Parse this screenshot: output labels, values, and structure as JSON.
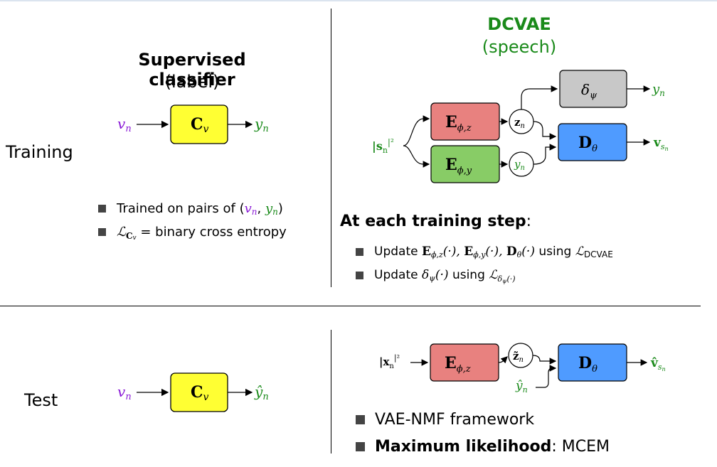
{
  "row_labels": {
    "training": "Training",
    "test": "Test"
  },
  "left": {
    "title": "Supervised classifier",
    "subtitle": "(label)",
    "classifier": {
      "input": "v",
      "input_sub": "n",
      "block": "C",
      "block_sub": "v",
      "output_train": "y",
      "output_test": "ŷ",
      "output_sub": "n"
    },
    "bullets": {
      "pairs_prefix": "Trained on pairs of (",
      "pairs_v": "v",
      "pairs_sep": ",",
      "pairs_y": "y",
      "pairs_suffix": ")",
      "loss_sym": "ℒ",
      "loss_text": "= binary cross entropy"
    }
  },
  "right": {
    "title": "DCVAE",
    "subtitle": "(speech)",
    "training_diagram": {
      "input": "|s",
      "input_sub": "n",
      "input_sup": "|²",
      "enc_z": "E",
      "enc_z_sub": "ϕ,z",
      "enc_y": "E",
      "enc_y_sub": "ϕ,y",
      "latent_z": "z",
      "latent_y": "y",
      "latent_sub": "n",
      "delta": "δ",
      "delta_sub": "ψ",
      "delta_out": "y",
      "delta_out_sub": "n",
      "decoder": "D",
      "decoder_sub": "θ",
      "output": "v",
      "output_sub": "s",
      "output_subsub": "n"
    },
    "heading_bold": "At each training step",
    "heading_colon": ":",
    "train_bullets": {
      "b1_prefix": "Update",
      "b1_math": "E",
      "b1_mid1": "(·),",
      "b1_mid2": "(·),",
      "b1_mid3": "(·)",
      "b1_using": "using",
      "b1_loss": "DCVAE",
      "b2_prefix": "Update",
      "b2_mid": "(·)",
      "b2_using": "using"
    },
    "test_diagram": {
      "input": "|x",
      "input_sub": "n",
      "input_sup": "|²",
      "latent": "z̃",
      "label": "ŷ",
      "output": "v̂"
    },
    "test_bullets": {
      "b1": "VAE-NMF framework",
      "b2_bold": "Maximum likelihood",
      "b2_rest": ": MCEM"
    }
  },
  "colors": {
    "yellow": "#ffff33",
    "red": "#e8817f",
    "green_box": "#88cc66",
    "gray": "#c8c8c8",
    "blue": "#4f9bff",
    "green_text": "#1a8a1a",
    "purple_text": "#8a1ad6"
  }
}
